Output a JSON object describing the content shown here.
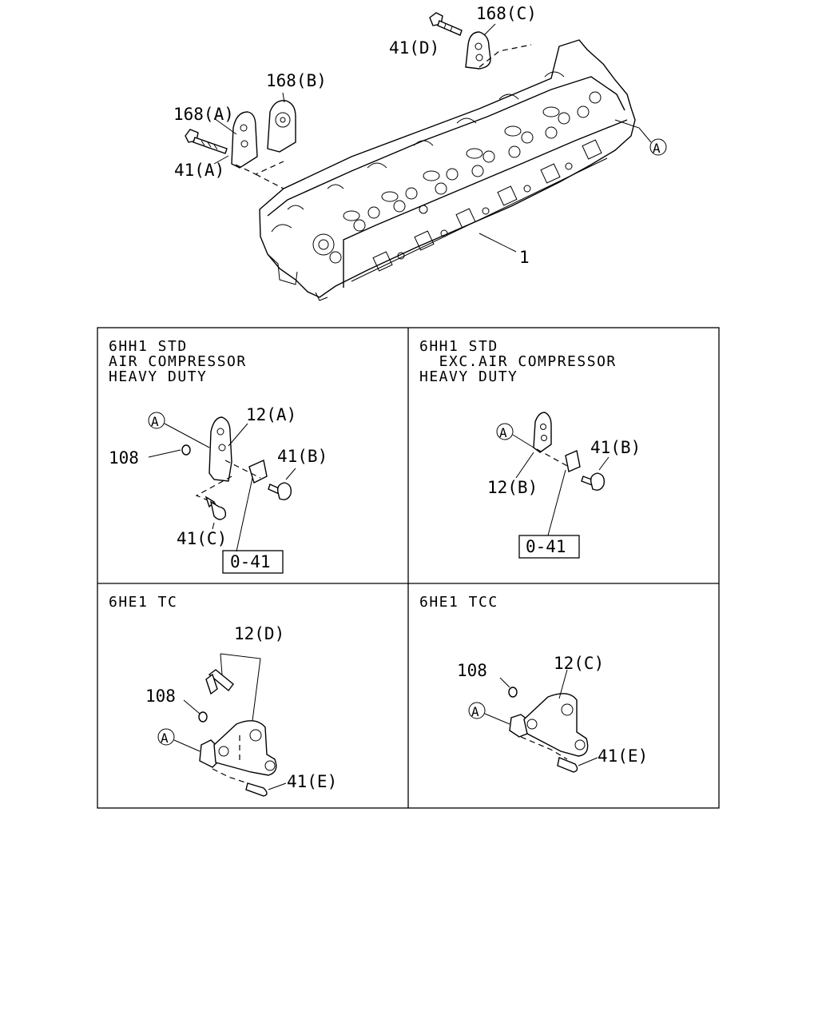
{
  "callouts": {
    "c168C": "168(C)",
    "c41D": "41(D)",
    "c168B": "168(B)",
    "c168A": "168(A)",
    "c41A": "41(A)",
    "cA_top": "A",
    "c1": "1"
  },
  "panels": [
    {
      "header": [
        "6HH1 STD",
        "AIR COMPRESSOR",
        "HEAVY DUTY"
      ],
      "labels": {
        "a": "A",
        "p108": "108",
        "p12": "12(A)",
        "p41b": "41(B)",
        "p41c": "41(C)",
        "ref": "0-41"
      }
    },
    {
      "header": [
        "6HH1 STD",
        "  EXC.AIR COMPRESSOR",
        "HEAVY DUTY"
      ],
      "labels": {
        "a": "A",
        "p12": "12(B)",
        "p41b": "41(B)",
        "ref": "0-41"
      }
    },
    {
      "header": [
        "6HE1 TC"
      ],
      "labels": {
        "a": "A",
        "p108": "108",
        "p12": "12(D)",
        "p41e": "41(E)"
      }
    },
    {
      "header": [
        "6HE1 TCC"
      ],
      "labels": {
        "a": "A",
        "p108": "108",
        "p12": "12(C)",
        "p41e": "41(E)"
      }
    }
  ]
}
